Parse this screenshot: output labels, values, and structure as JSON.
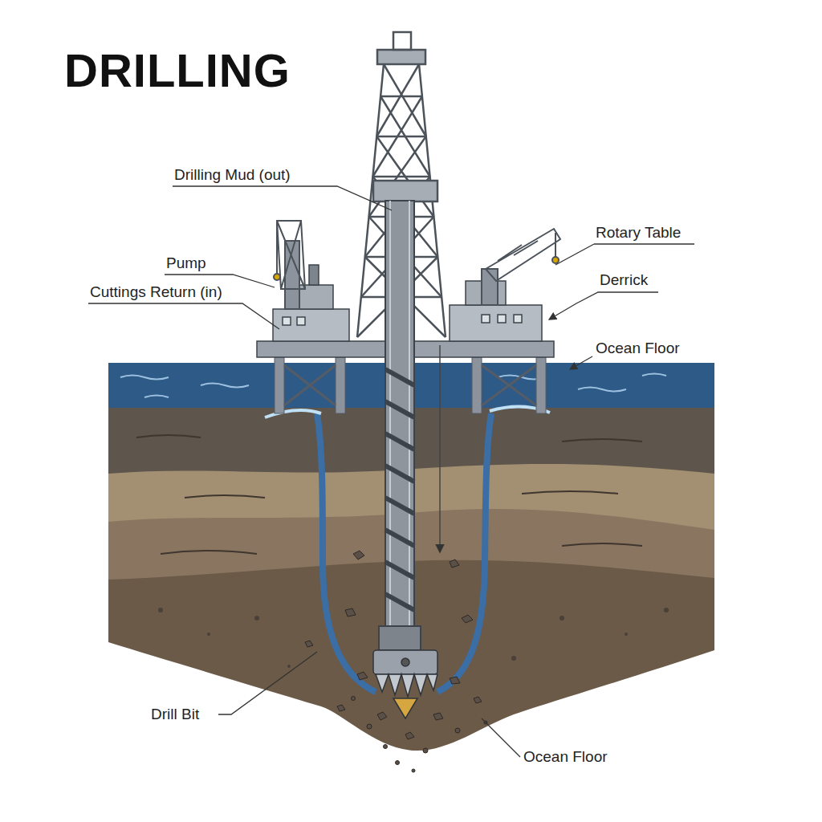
{
  "diagram": {
    "title": "DRILLING",
    "labels": [
      "Drilling Mud (out)",
      "Rotary Table",
      "Pump",
      "Cuttings Return (in)",
      "Derrick",
      "Ocean Floor",
      "Drill Bit",
      "Ocean Floor"
    ]
  }
}
